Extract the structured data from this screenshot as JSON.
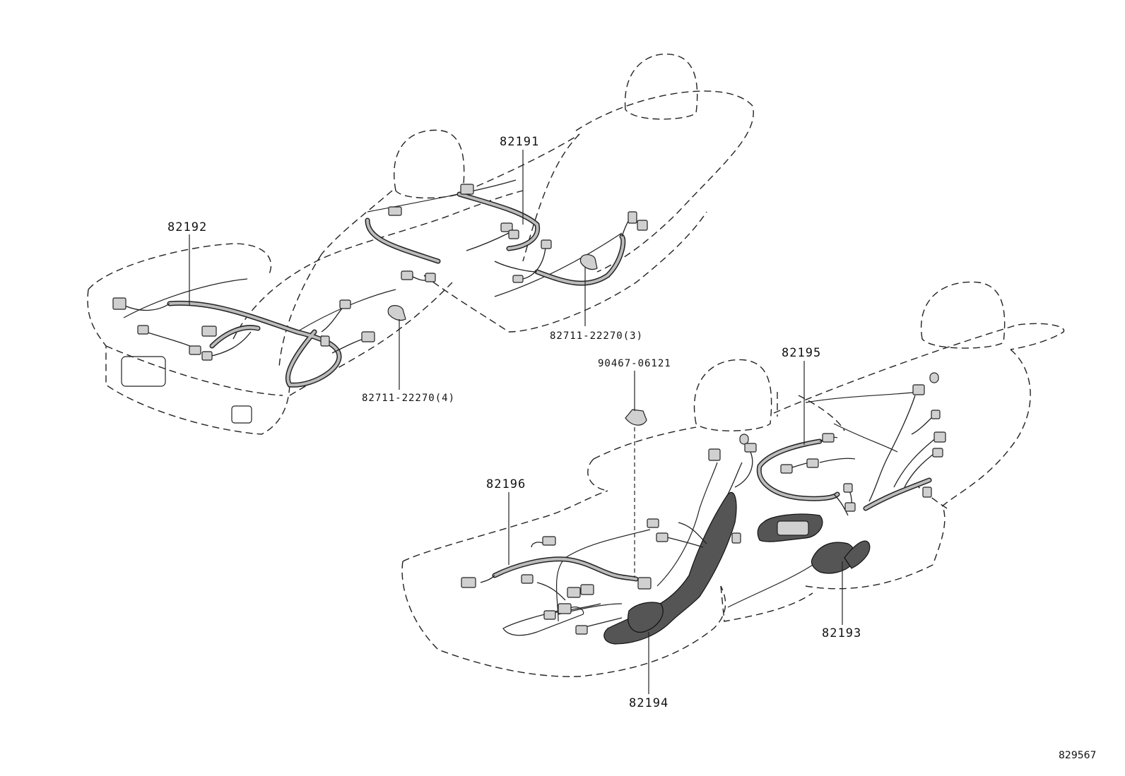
{
  "labels": {
    "p82191": "82191",
    "p82192": "82192",
    "p82711_3": "82711-22270(3)",
    "p82711_4": "82711-22270(4)",
    "p90467": "90467-06121",
    "p82195": "82195",
    "p82196": "82196",
    "p82193": "82193",
    "p82194": "82194"
  },
  "figure_id": "829567"
}
